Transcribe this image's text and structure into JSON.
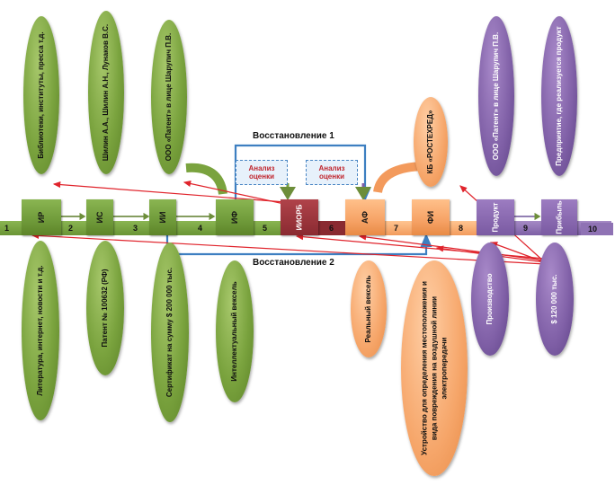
{
  "restoration": {
    "top": "Восстановление 1",
    "bottom": "Восстановление 2"
  },
  "availability_boxes": [
    "Анализ оценки",
    "Анализ оценки"
  ],
  "chain_blocks": [
    {
      "id": "ir",
      "label": "ИР"
    },
    {
      "id": "is",
      "label": "ИС"
    },
    {
      "id": "ii",
      "label": "ИИ"
    },
    {
      "id": "if",
      "label": "ИФ"
    },
    {
      "id": "iiorb",
      "label": "ИИОРБ"
    },
    {
      "id": "af",
      "label": "АФ"
    },
    {
      "id": "fi",
      "label": "ФИ"
    },
    {
      "id": "product",
      "label": "Продукт"
    },
    {
      "id": "profit",
      "label": "Прибыль"
    }
  ],
  "stage_numbers": [
    "1",
    "2",
    "3",
    "4",
    "5",
    "6",
    "7",
    "8",
    "9",
    "10"
  ],
  "top_ovals": [
    {
      "text": "Библиотеки, институты, пресса т.д."
    },
    {
      "text": "Шилин А.А., Шилин А.Н., Лунаков В.С."
    },
    {
      "text": "ООО «Патент» в лице Шарупич П.В."
    },
    {
      "text": "КБ «РОСТЕХРЕД»"
    },
    {
      "text": "ООО «Патент» в лице Шарупич П.В."
    },
    {
      "text": "Предприятие, где реализуется продукт"
    }
  ],
  "bottom_ovals": [
    {
      "text": "Литература, интернет, новости и т.д."
    },
    {
      "text": "Патент № 100632 (РФ)"
    },
    {
      "text": "Сертификат на сумму $ 200 000 тыс."
    },
    {
      "text": "Интеллектуальный вексель"
    },
    {
      "text": "Реальный вексель"
    },
    {
      "text": "Устройство для определения местоположения и вида повреждения на воздушной линии электропередачи"
    },
    {
      "text": "Производство"
    },
    {
      "text": "$ 120 000 тыс."
    }
  ],
  "colors": {
    "green": "#7aa33e",
    "orange": "#f6a66a",
    "purple": "#7f5fa6",
    "maroon": "#8a2a31",
    "restore_line": "#3d7fc1",
    "red_arrows": "#e0242c"
  }
}
